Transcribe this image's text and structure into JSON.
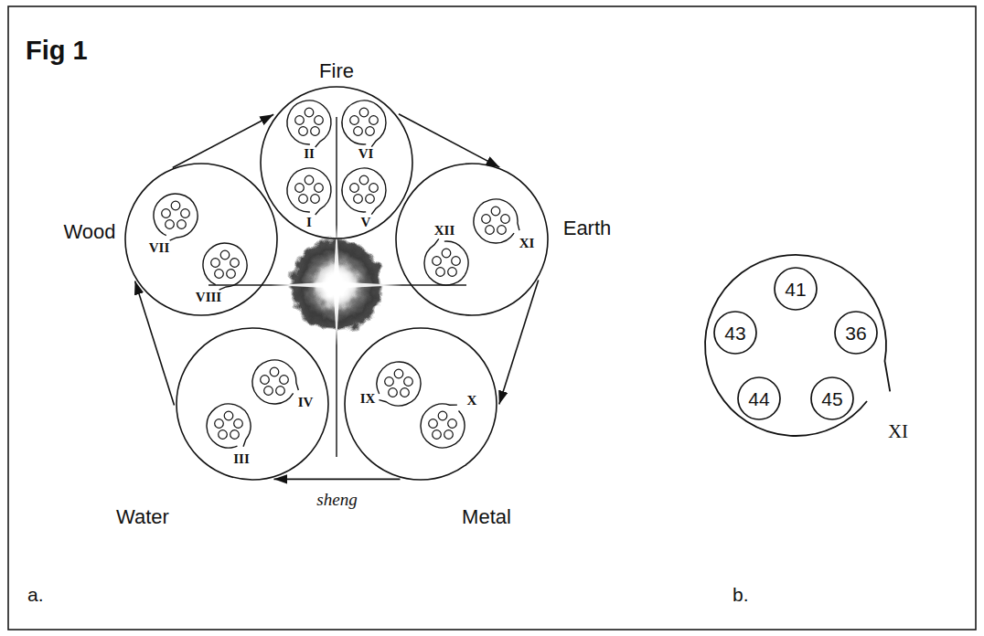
{
  "diagram": {
    "title": "Fig 1",
    "nodes": [
      {
        "text": [
          "Fire"
        ]
      },
      {
        "text": [
          "II"
        ],
        "in": 0
      },
      {
        "text": [
          "VI"
        ],
        "in": 0
      },
      {
        "text": [
          "I"
        ],
        "in": 0
      },
      {
        "text": [
          "V"
        ],
        "in": 0
      },
      {
        "text": [
          "Wood"
        ]
      },
      {
        "text": [
          "VII"
        ],
        "in": 5
      },
      {
        "text": [
          "VIII"
        ],
        "in": 5
      },
      {
        "text": [
          "Earth"
        ]
      },
      {
        "text": [
          "XII"
        ],
        "in": 8
      },
      {
        "text": [
          "XI"
        ],
        "in": 8
      },
      {
        "text": [
          "Water"
        ]
      },
      {
        "text": [
          "IV"
        ],
        "in": 11
      },
      {
        "text": [
          "III"
        ],
        "in": 11
      },
      {
        "text": [
          "Metal"
        ]
      },
      {
        "text": [
          "IX"
        ],
        "in": 14
      },
      {
        "text": [
          "X"
        ],
        "in": 14
      },
      {
        "text": [
          "XI"
        ]
      },
      {
        "text": [
          "41"
        ],
        "in": 17
      },
      {
        "text": [
          "43"
        ],
        "in": 17
      },
      {
        "text": [
          "36"
        ],
        "in": 17
      },
      {
        "text": [
          "44"
        ],
        "in": 17
      },
      {
        "text": [
          "45"
        ],
        "in": 17
      }
    ],
    "edges": [
      {
        "from": 5,
        "to": 0,
        "arrow": "to"
      },
      {
        "from": 0,
        "to": 8,
        "arrow": "to"
      },
      {
        "from": 8,
        "to": 14,
        "arrow": "to"
      },
      {
        "from": 14,
        "to": 11,
        "label": "sheng",
        "arrow": "to"
      },
      {
        "from": 11,
        "to": 5,
        "arrow": "to"
      }
    ],
    "labels": [
      "a.",
      "b."
    ]
  }
}
